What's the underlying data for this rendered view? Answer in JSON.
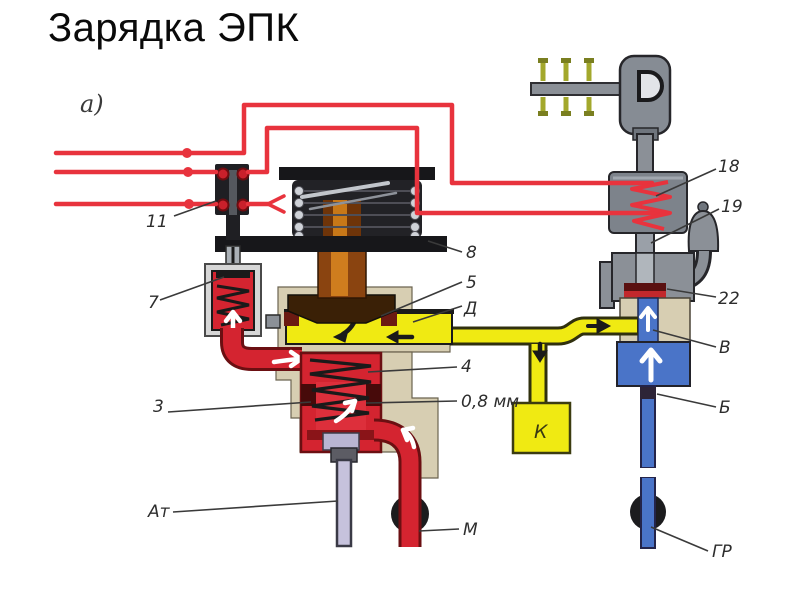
{
  "title": "Зарядка ЭПК",
  "figure_label": "а)",
  "callouts": {
    "item_11": "11",
    "item_7": "7",
    "item_8": "8",
    "item_5": "5",
    "item_4": "4",
    "item_3": "3",
    "orifice": "0,8 мм",
    "chamber_d": "Д",
    "box_k": "К",
    "item_18": "18",
    "item_19": "19",
    "item_22": "22",
    "port_v": "В",
    "port_b": "Б",
    "line_gr": "ГР",
    "line_m": "М",
    "vent_at": "Ат"
  },
  "colors": {
    "wire_red": "#e8333d",
    "valve_red": "#d42430",
    "channel_yellow": "#f0ea12",
    "channel_blue": "#4a74c8",
    "housing_beige": "#d7ceb2",
    "metal_gray": "#8b9097",
    "core_brown": "#8a4410",
    "background": "#ffffff"
  }
}
